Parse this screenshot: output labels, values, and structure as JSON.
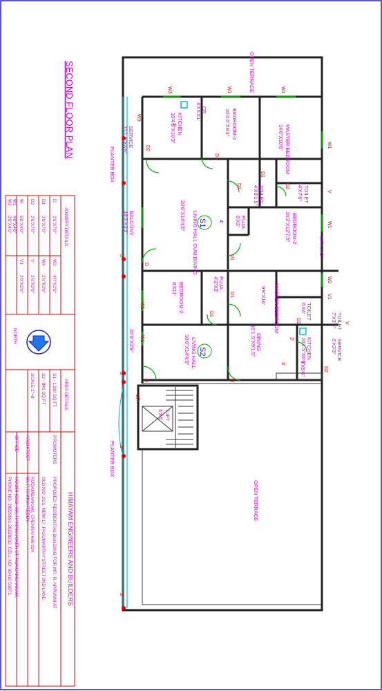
{
  "title": "SECOND FLOOR PLAN",
  "rooms": {
    "open_terrace_top": "OPEN TERRACE",
    "master_bedroom_1": "MASTER BEDROOM",
    "master_bedroom_1_size": "14'6\"X10'6\"",
    "bedroom2_a": "BEDROOM-2",
    "bedroom2_a_size": "10'4.5\"X9'3\"",
    "kitchen_1": "KITCHEN",
    "kitchen_1_size": "10'4.5\"X10'3\"",
    "service_1": "SERVICE",
    "service_1_size": "15'1.5\"X3'9\"",
    "toilet_1": "TOILET",
    "toilet_1_size": "4'X7'6\"",
    "toilet_2": "TOILET",
    "toilet_2_size": "4'X8'1.5\"",
    "living_1": "LIVING HALL CUM DINING",
    "living_1_size": "20'6\"X14'4.5\"",
    "balcony": "BALCONY",
    "balcony_size": "16'3\"X3'9\"",
    "puja_1": "PUJA",
    "puja_1_size": "6'X3'",
    "bedroom2_b": "BEDROOM-2",
    "bedroom2_b_size": "10'3\"X12'7.5\"",
    "wr": "WR 5'X2'",
    "puja_2": "PUJA",
    "puja_2_size": "4'3\"X3'",
    "bedroom2_c": "BEDROOM-2",
    "bedroom2_c_size": "8'X11'",
    "master_bedroom_2": "MASTER BEDROOM",
    "master_bedroom_2_size": "9'9\"X16'",
    "toilet_3": "TOILET",
    "toilet_3_size": "6'X4'",
    "toilet_4": "TOILET",
    "toilet_4_size": "7'X3'3\"",
    "service_2": "SERVICE",
    "service_2_size": "6'X3'3\"",
    "kitchen_2": "KITCHEN",
    "kitchen_2_size": "10'1.5\"X6'6\"",
    "dining": "DINING",
    "dining_size": "10'1.5\"X9'1.5\"",
    "living_2": "LIVING HALL",
    "living_2_size": "10'6\"X14'4.5\"",
    "living_2_ext": "20'9\"X3'9\"",
    "lift": "LIFT",
    "lift_size": "4'X5'",
    "open_terrace_bottom": "OPEN TERRACE",
    "planter_box_1": "PLANTER BOX",
    "planter_box_2": "PLANTER BOX",
    "s1": "S1",
    "s2": "S2",
    "up": "UP",
    "dim_4": "4'",
    "ext_dim": "1'X5'6\"",
    "cb": "CB",
    "cb_size": "4'X5'X1'"
  },
  "labels": {
    "w": "W",
    "w1": "W1",
    "w2": "W2",
    "w3": "W3",
    "v": "V",
    "v1": "V1",
    "d": "D",
    "d1": "D1",
    "d2": "D2",
    "three": "3'",
    "two": "2'"
  },
  "joinery": {
    "title": "JOINERY DETAILS",
    "rows": [
      [
        "D",
        "-",
        "3'6\"X7'0\"",
        "W3",
        "-",
        "4'0\"X3'0\""
      ],
      [
        "D1",
        "-",
        "3'0\"X7'0\"",
        "W4",
        "-",
        "2'6\"X3'0\""
      ],
      [
        "D2",
        "-",
        "2'6\"X7'0\"",
        "V",
        "-",
        "2'6\"X2'0\""
      ],
      [
        "W",
        "-",
        "6'0\"X4'0\"",
        "V1",
        "-",
        "2'0\"X2'0\""
      ],
      [
        "W1",
        "-",
        "4'0\"X4'0\"",
        "",
        "",
        ""
      ],
      [
        "W2",
        "-",
        "3'0\"X4'0\"",
        "",
        "",
        ""
      ]
    ]
  },
  "north": "NORTH",
  "area": {
    "title": "AREA DETAILS",
    "s1": "S1  -  1390 SQ.FT",
    "s2": "S2  -  840 SQ.FT",
    "scale": "SCALE:1\"=8'"
  },
  "titleblock": {
    "firm": "HIMAYAM ENGINEERS AND BUILDERS",
    "promoters_label": "PROMOTERS",
    "line1": "PROPOSED RESIDENTIAL BUILDING FOR MR. R. APPUNNI AT",
    "line2": "OLD NO: 21/1, NEW:17, PASUMARTHY STREET 2ND LANE,",
    "line3": "KODAMBAKKAM, CHENNAI 600 024.",
    "architect_label": "ARCHITECT",
    "architect": "Mr. P. RAMNA REDDY,",
    "office_label": "OFFICE",
    "office1": "NO:150 (OLD -60), RAMANAICKEN ST, NUNGAMBAKKAM,",
    "office2": "PHONE NO. 28229691,28228232, CELL NO. 98410 51871."
  }
}
